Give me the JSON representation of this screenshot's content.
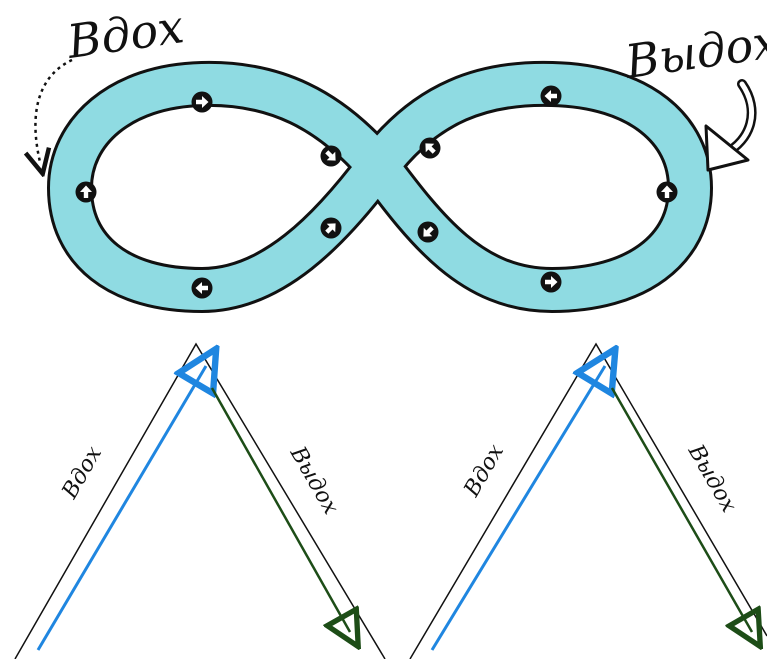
{
  "infinity": {
    "inhale_label": "Вдох",
    "exhale_label": "Выдох",
    "fill_color": "#8fdbe2",
    "outline_color": "#111111"
  },
  "triangles": [
    {
      "inhale_label": "Вдох",
      "exhale_label": "Выдох"
    },
    {
      "inhale_label": "Вдох",
      "exhale_label": "Выдох"
    }
  ],
  "colors": {
    "inhale_line": "#1f86e0",
    "exhale_line": "#1d4d17",
    "outline": "#111111"
  },
  "icons": {
    "arrow_marker": "direction-arrow-icon",
    "curved_arrow": "curved-arrow-icon"
  }
}
